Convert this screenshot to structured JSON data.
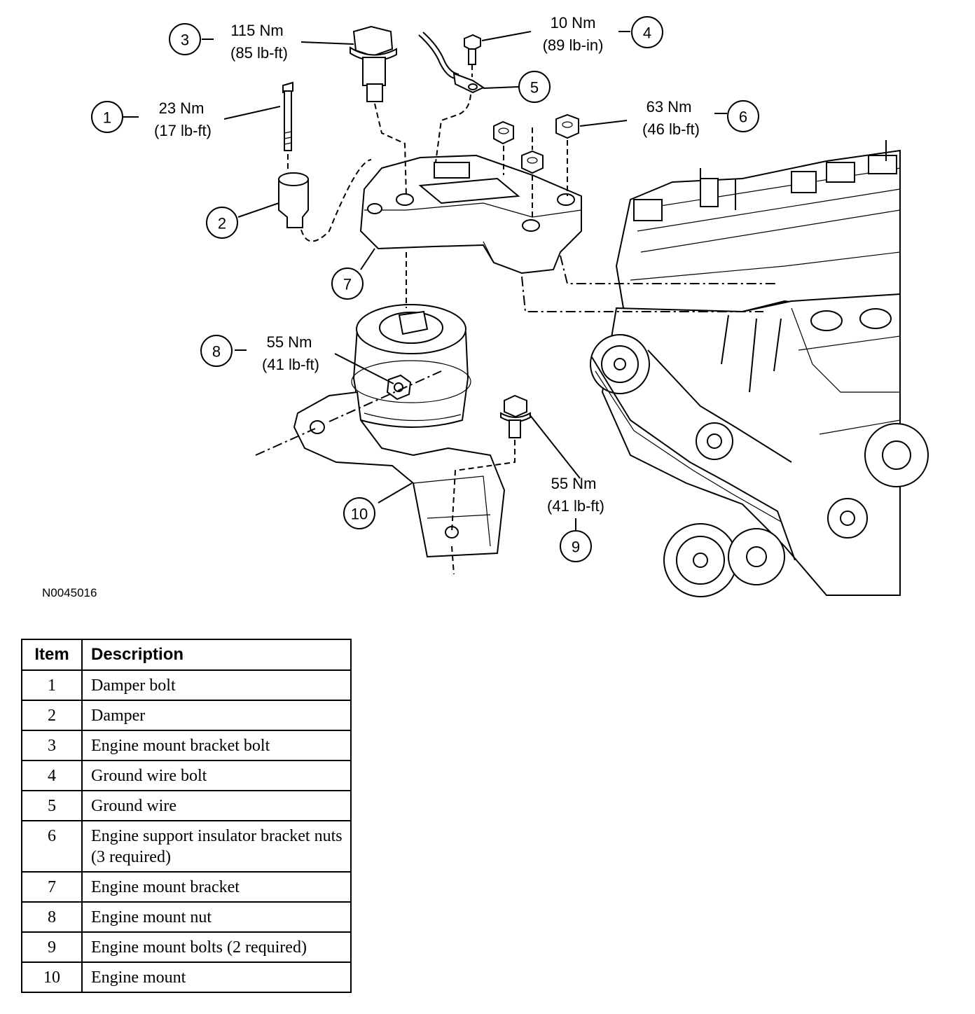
{
  "figure_id": "N0045016",
  "callouts": [
    {
      "num": "1",
      "torque_metric": "23 Nm",
      "torque_imperial": "(17 lb-ft)"
    },
    {
      "num": "2"
    },
    {
      "num": "3",
      "torque_metric": "115 Nm",
      "torque_imperial": "(85 lb-ft)"
    },
    {
      "num": "4",
      "torque_metric": "10 Nm",
      "torque_imperial": "(89 lb-in)"
    },
    {
      "num": "5"
    },
    {
      "num": "6",
      "torque_metric": "63 Nm",
      "torque_imperial": "(46 lb-ft)"
    },
    {
      "num": "7"
    },
    {
      "num": "8",
      "torque_metric": "55 Nm",
      "torque_imperial": "(41 lb-ft)"
    },
    {
      "num": "9",
      "torque_metric": "55 Nm",
      "torque_imperial": "(41 lb-ft)"
    },
    {
      "num": "10"
    }
  ],
  "legend": {
    "header_item": "Item",
    "header_description": "Description",
    "rows": [
      {
        "item": "1",
        "description": "Damper bolt"
      },
      {
        "item": "2",
        "description": "Damper"
      },
      {
        "item": "3",
        "description": "Engine mount bracket bolt"
      },
      {
        "item": "4",
        "description": "Ground wire bolt"
      },
      {
        "item": "5",
        "description": "Ground wire"
      },
      {
        "item": "6",
        "description": "Engine support insulator bracket nuts (3 required)"
      },
      {
        "item": "7",
        "description": "Engine mount bracket"
      },
      {
        "item": "8",
        "description": "Engine mount nut"
      },
      {
        "item": "9",
        "description": "Engine mount bolts (2 required)"
      },
      {
        "item": "10",
        "description": "Engine mount"
      }
    ]
  }
}
